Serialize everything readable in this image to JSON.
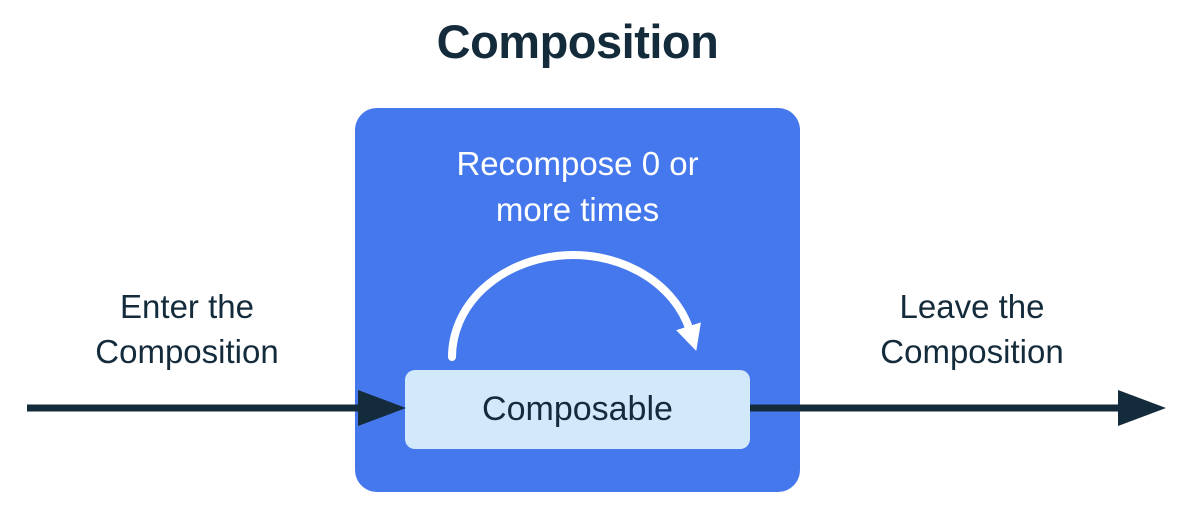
{
  "title": "Composition",
  "composition": {
    "recompose_label": "Recompose 0 or\nmore times",
    "composable_label": "Composable"
  },
  "enter_label": "Enter the\nComposition",
  "leave_label": "Leave the\nComposition",
  "colors": {
    "ink": "#142b3c",
    "composition_box_blue": "#4478ec",
    "composable_box_light_blue": "#d2e9fc",
    "recompose_arc_white": "#ffffff",
    "background": "#ffffff"
  }
}
